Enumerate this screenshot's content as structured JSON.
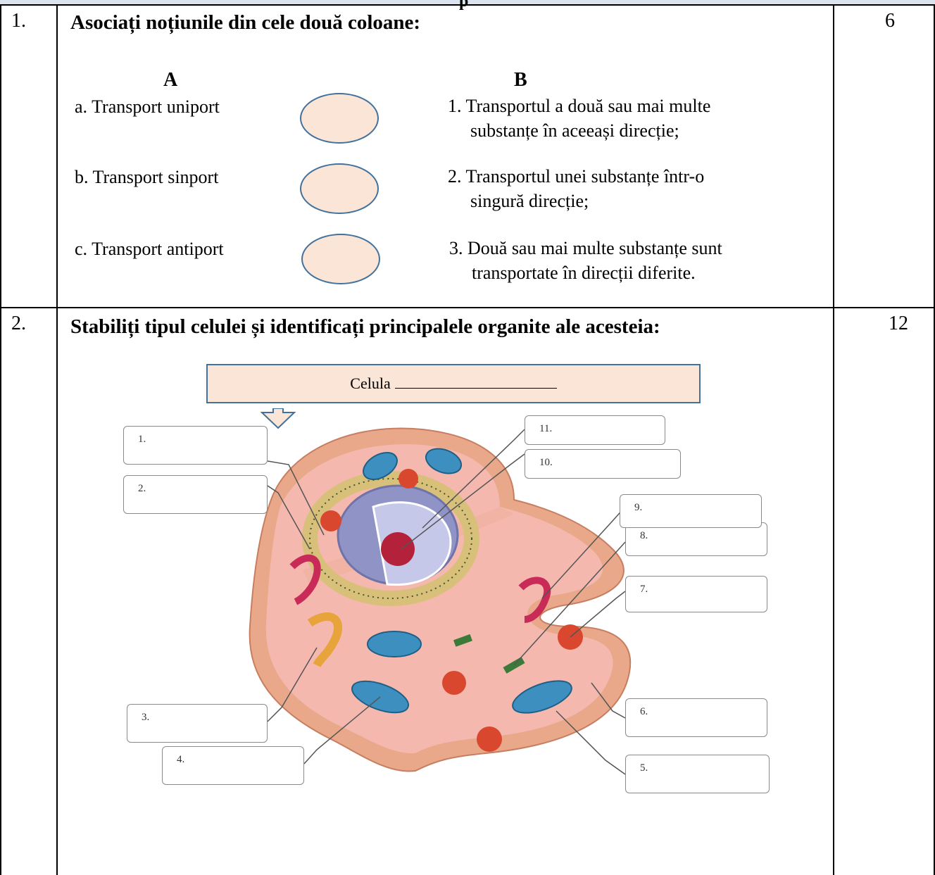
{
  "header_glyph": "p",
  "q1": {
    "number": "1.",
    "points": "6",
    "title": "Asociați noțiunile din cele două coloane:",
    "col_a_header": "A",
    "col_b_header": "B",
    "col_a": [
      "a. Transport uniport",
      "b. Transport sinport",
      "c. Transport antiport"
    ],
    "col_b": [
      {
        "line1": "1. Transportul a două sau mai multe",
        "line2": "substanțe în aceeași direcție;"
      },
      {
        "line1": "2. Transportul unei substanțe într-o",
        "line2": "singură direcție;"
      },
      {
        "line1": "3. Două sau mai multe substanțe sunt",
        "line2": "transportate în direcții diferite."
      }
    ]
  },
  "q2": {
    "number": "2.",
    "points": "12",
    "title": "Stabiliți tipul celulei și identificați principalele organite ale acesteia:",
    "callout_label": "Celula",
    "labels": [
      "1.",
      "2.",
      "3.",
      "4.",
      "5.",
      "6.",
      "7.",
      "8.",
      "9.",
      "10.",
      "11."
    ]
  },
  "colors": {
    "oval_fill": "#fbe5d6",
    "oval_border": "#41719c",
    "cell_membrane": "#e7a98e",
    "cytoplasm": "#f2b9ae",
    "nucleus": "#8f93c6",
    "nucleolus": "#b3213b",
    "mitochondria": "#3d8fbf",
    "lysosome": "#d9472e"
  }
}
